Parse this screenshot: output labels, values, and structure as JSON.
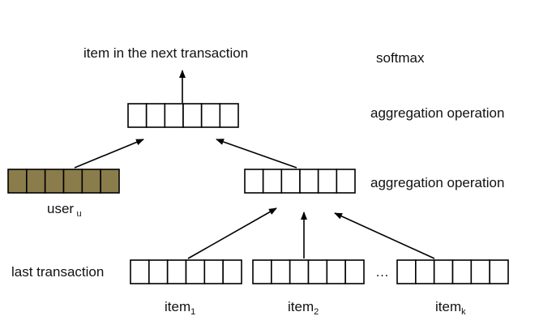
{
  "labels": {
    "output": "item in the next transaction",
    "softmax": "softmax",
    "aggregation_top": "aggregation operation",
    "aggregation_mid": "aggregation operation",
    "user": "user",
    "user_sub": "u",
    "last_transaction": "last transaction",
    "ellipsis": "…",
    "item1": "item",
    "item1_sub": "1",
    "item2": "item",
    "item2_sub": "2",
    "itemk": "item",
    "itemk_sub": "k"
  },
  "colors": {
    "user_vector_fill": "#8b7d4b",
    "stroke": "#000000"
  }
}
